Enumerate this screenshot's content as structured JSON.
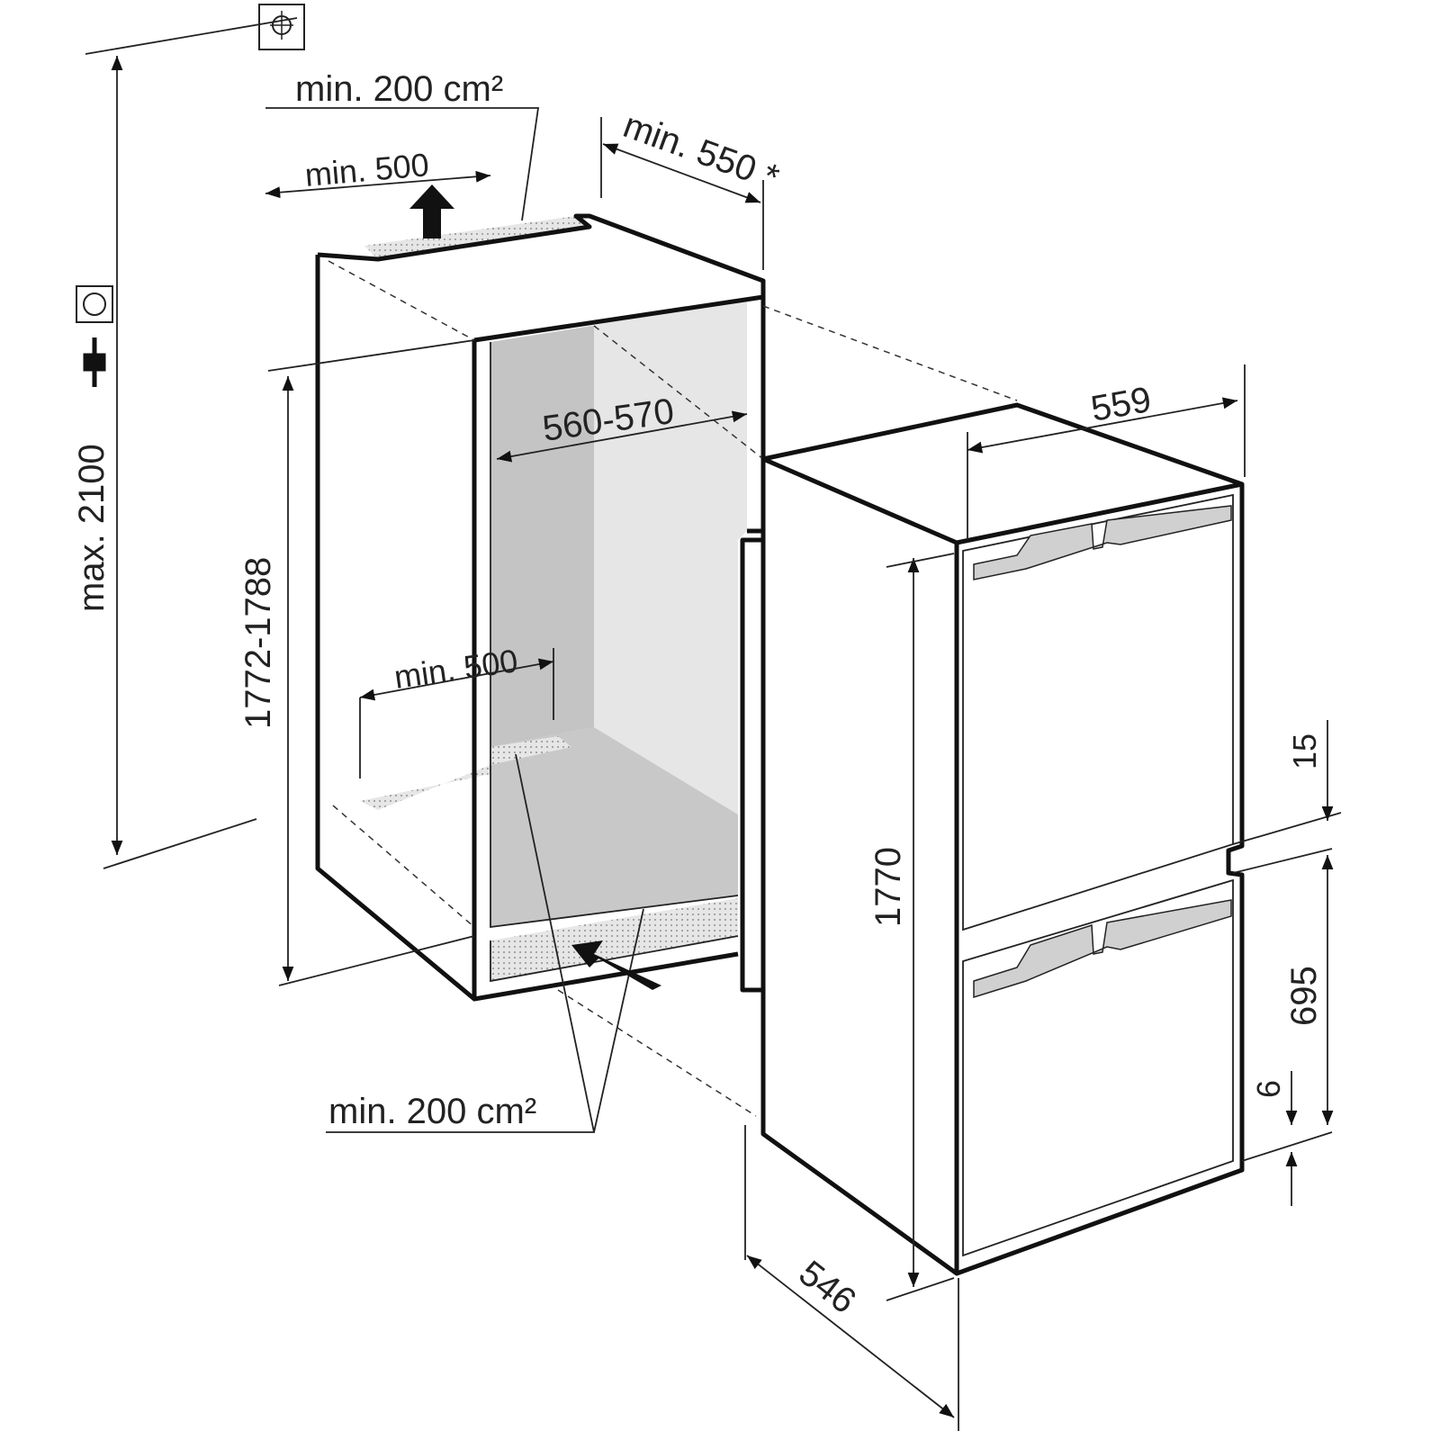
{
  "labels": {
    "top_vent_area": "min. 200 cm²",
    "top_vent_width": "min. 500",
    "depth_min": "min. 550 *",
    "max_height": "max. 2100",
    "niche_height": "1772-1788",
    "niche_width": "560-570",
    "bottom_vent_width": "min. 500",
    "bottom_vent_area": "min. 200 cm²",
    "appliance_width": "559",
    "appliance_height": "1770",
    "gap_top": "15",
    "lower_door_height": "695",
    "gap_bottom": "6",
    "appliance_depth": "546"
  },
  "colors": {
    "line": "#111111",
    "niche_back": "#c8c8c8",
    "niche_side": "#e6e6e6",
    "handle": "#d0d0d0"
  }
}
